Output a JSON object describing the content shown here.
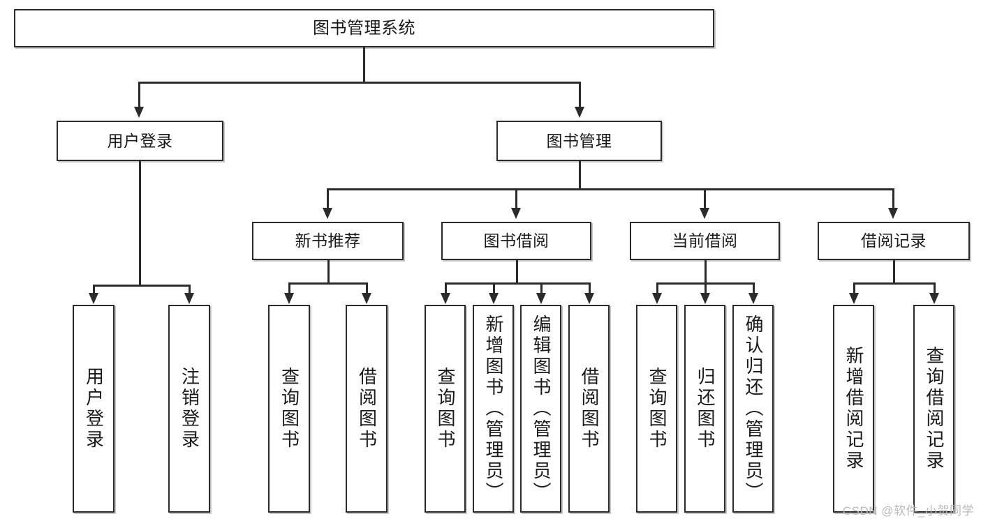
{
  "diagram": {
    "title": "图书管理系统",
    "watermark": "CSDN @软件_小贺同学",
    "colors": {
      "stroke": "#2b2b2b",
      "fill": "#ffffff",
      "text": "#1a1a1a",
      "watermark": "#b9b9b9"
    },
    "level1": {
      "label": "图书管理系统"
    },
    "level2": [
      {
        "label": "用户登录"
      },
      {
        "label": "图书管理"
      }
    ],
    "level3": [
      {
        "label": "新书推荐"
      },
      {
        "label": "图书借阅"
      },
      {
        "label": "当前借阅"
      },
      {
        "label": "借阅记录"
      }
    ],
    "leaves": {
      "user_login": [
        {
          "label": "用户登录"
        },
        {
          "label": "注销登录"
        }
      ],
      "new_book": [
        {
          "label": "查询图书"
        },
        {
          "label": "借阅图书"
        }
      ],
      "book_borrow": [
        {
          "label": "查询图书"
        },
        {
          "label": "新增图书（管理员）"
        },
        {
          "label": "编辑图书（管理员）"
        },
        {
          "label": "借阅图书"
        }
      ],
      "current_borrow": [
        {
          "label": "查询图书"
        },
        {
          "label": "归还图书"
        },
        {
          "label": "确认归还（管理员）"
        }
      ],
      "borrow_record": [
        {
          "label": "新增借阅记录"
        },
        {
          "label": "查询借阅记录"
        }
      ]
    }
  }
}
